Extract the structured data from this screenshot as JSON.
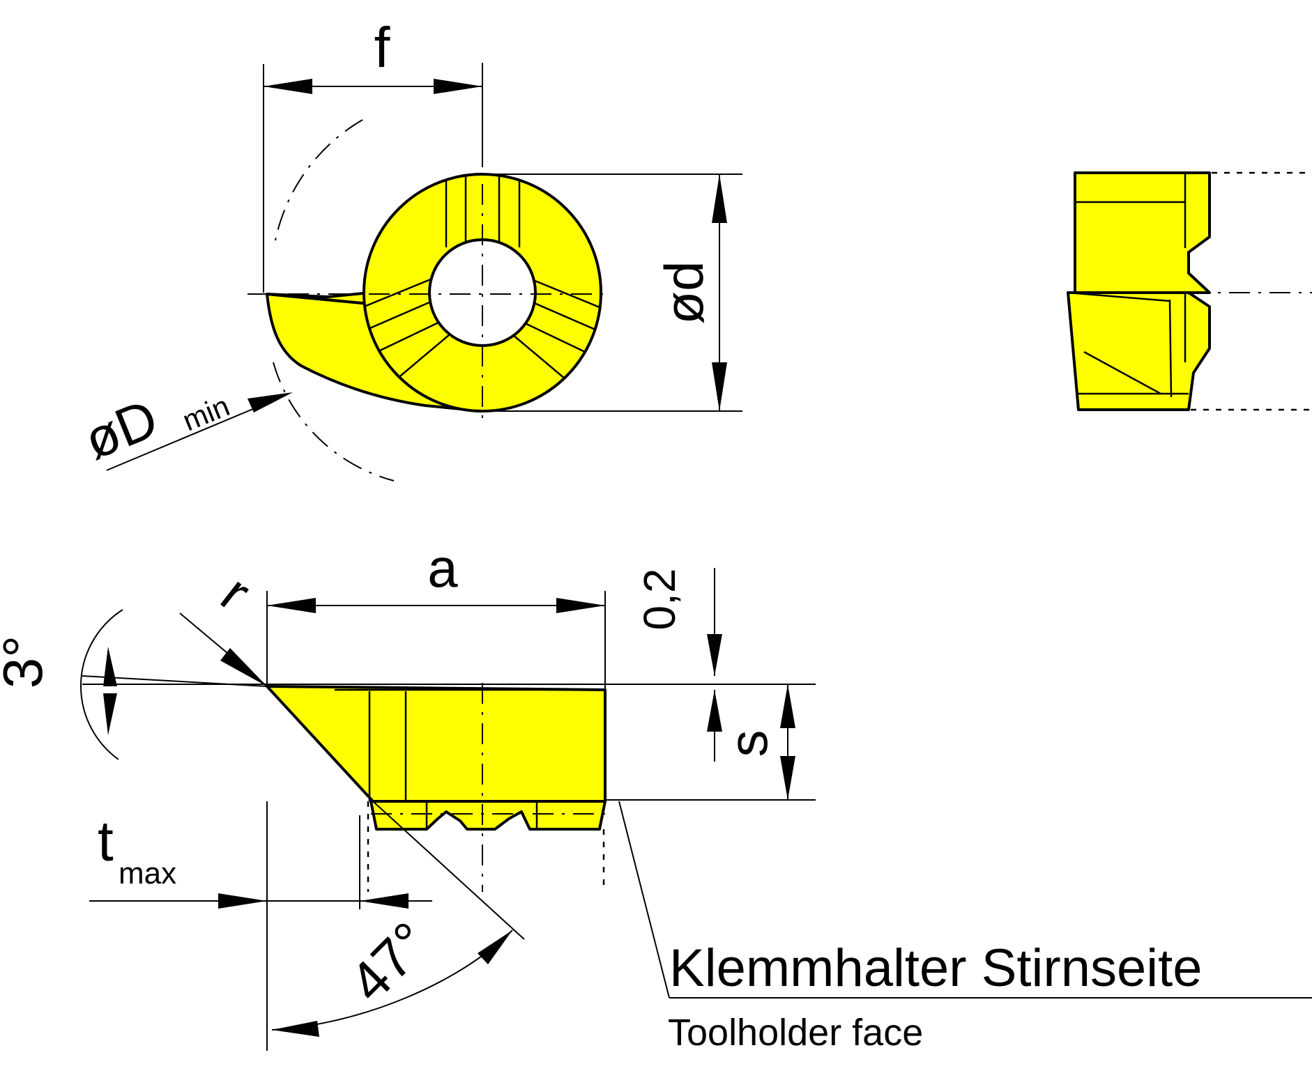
{
  "labels": {
    "f": "f",
    "d": "ød",
    "D_symbol": "øD",
    "D_sub": "min",
    "a": "a",
    "r": "r",
    "angle_3": "3°",
    "angle_47": "47°",
    "s": "s",
    "offset": "0,2",
    "t": "t",
    "t_sub": "max",
    "face_de": "Klemmhalter Stirnseite",
    "face_en": "Toolholder face"
  },
  "colors": {
    "insert": "#ffff00",
    "line": "#000000"
  }
}
